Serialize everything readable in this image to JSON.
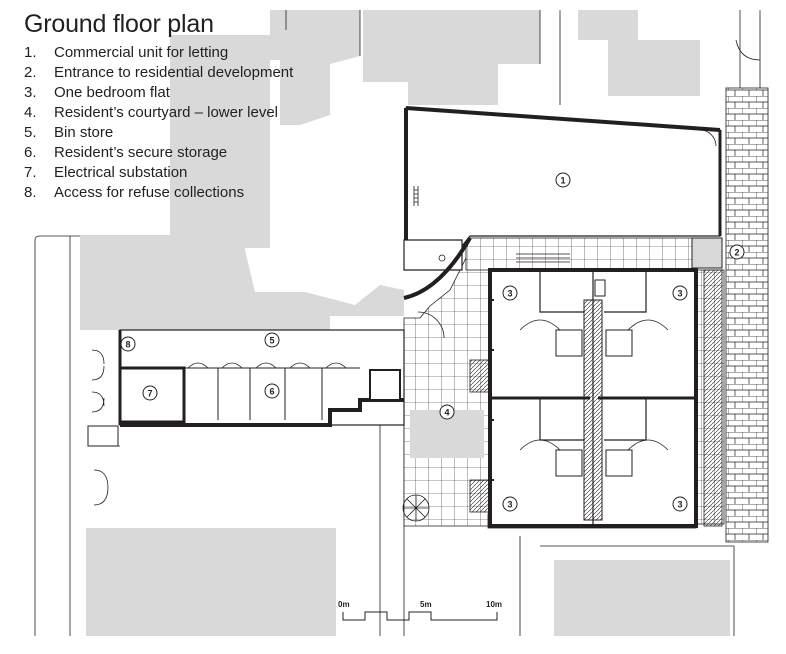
{
  "title": "Ground floor plan",
  "legend": [
    {
      "num": "1.",
      "text": "Commercial unit for letting"
    },
    {
      "num": "2.",
      "text": "Entrance to residential development"
    },
    {
      "num": "3.",
      "text": "One bedroom flat"
    },
    {
      "num": "4.",
      "text": "Resident’s courtyard – lower level"
    },
    {
      "num": "5.",
      "text": "Bin store"
    },
    {
      "num": "6.",
      "text": "Resident’s secure storage"
    },
    {
      "num": "7.",
      "text": "Electrical substation"
    },
    {
      "num": "8.",
      "text": "Access for refuse collections"
    }
  ],
  "tags": {
    "commercial": "1",
    "entrance": "2",
    "flat_a": "3",
    "flat_b": "3",
    "flat_c": "3",
    "flat_d": "3",
    "courtyard": "4",
    "bin_store": "5",
    "storage": "6",
    "substation": "7",
    "refuse": "8"
  },
  "scale": {
    "zero": "0m",
    "five": "5m",
    "ten": "10m"
  },
  "colors": {
    "shade": "#d9d9d9",
    "ink": "#231f20"
  }
}
